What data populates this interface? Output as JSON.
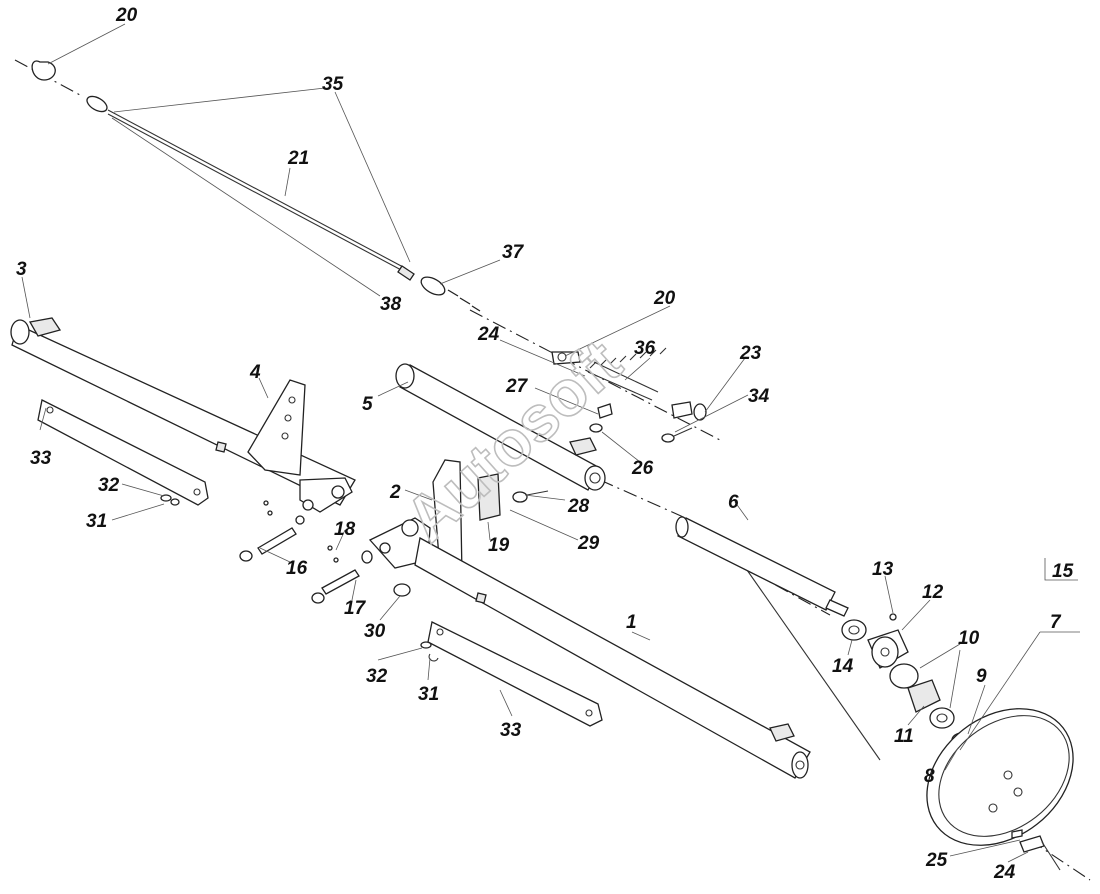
{
  "diagram": {
    "callouts": [
      "20",
      "35",
      "21",
      "37",
      "38",
      "3",
      "20",
      "24",
      "36",
      "23",
      "34",
      "27",
      "26",
      "5",
      "4",
      "28",
      "2",
      "29",
      "19",
      "33",
      "32",
      "31",
      "16",
      "18",
      "17",
      "30",
      "6",
      "13",
      "12",
      "14",
      "10",
      "15",
      "7",
      "9",
      "1",
      "11",
      "32",
      "31",
      "33",
      "8",
      "25",
      "24"
    ]
  },
  "watermark": {
    "text": "Autosoft"
  }
}
